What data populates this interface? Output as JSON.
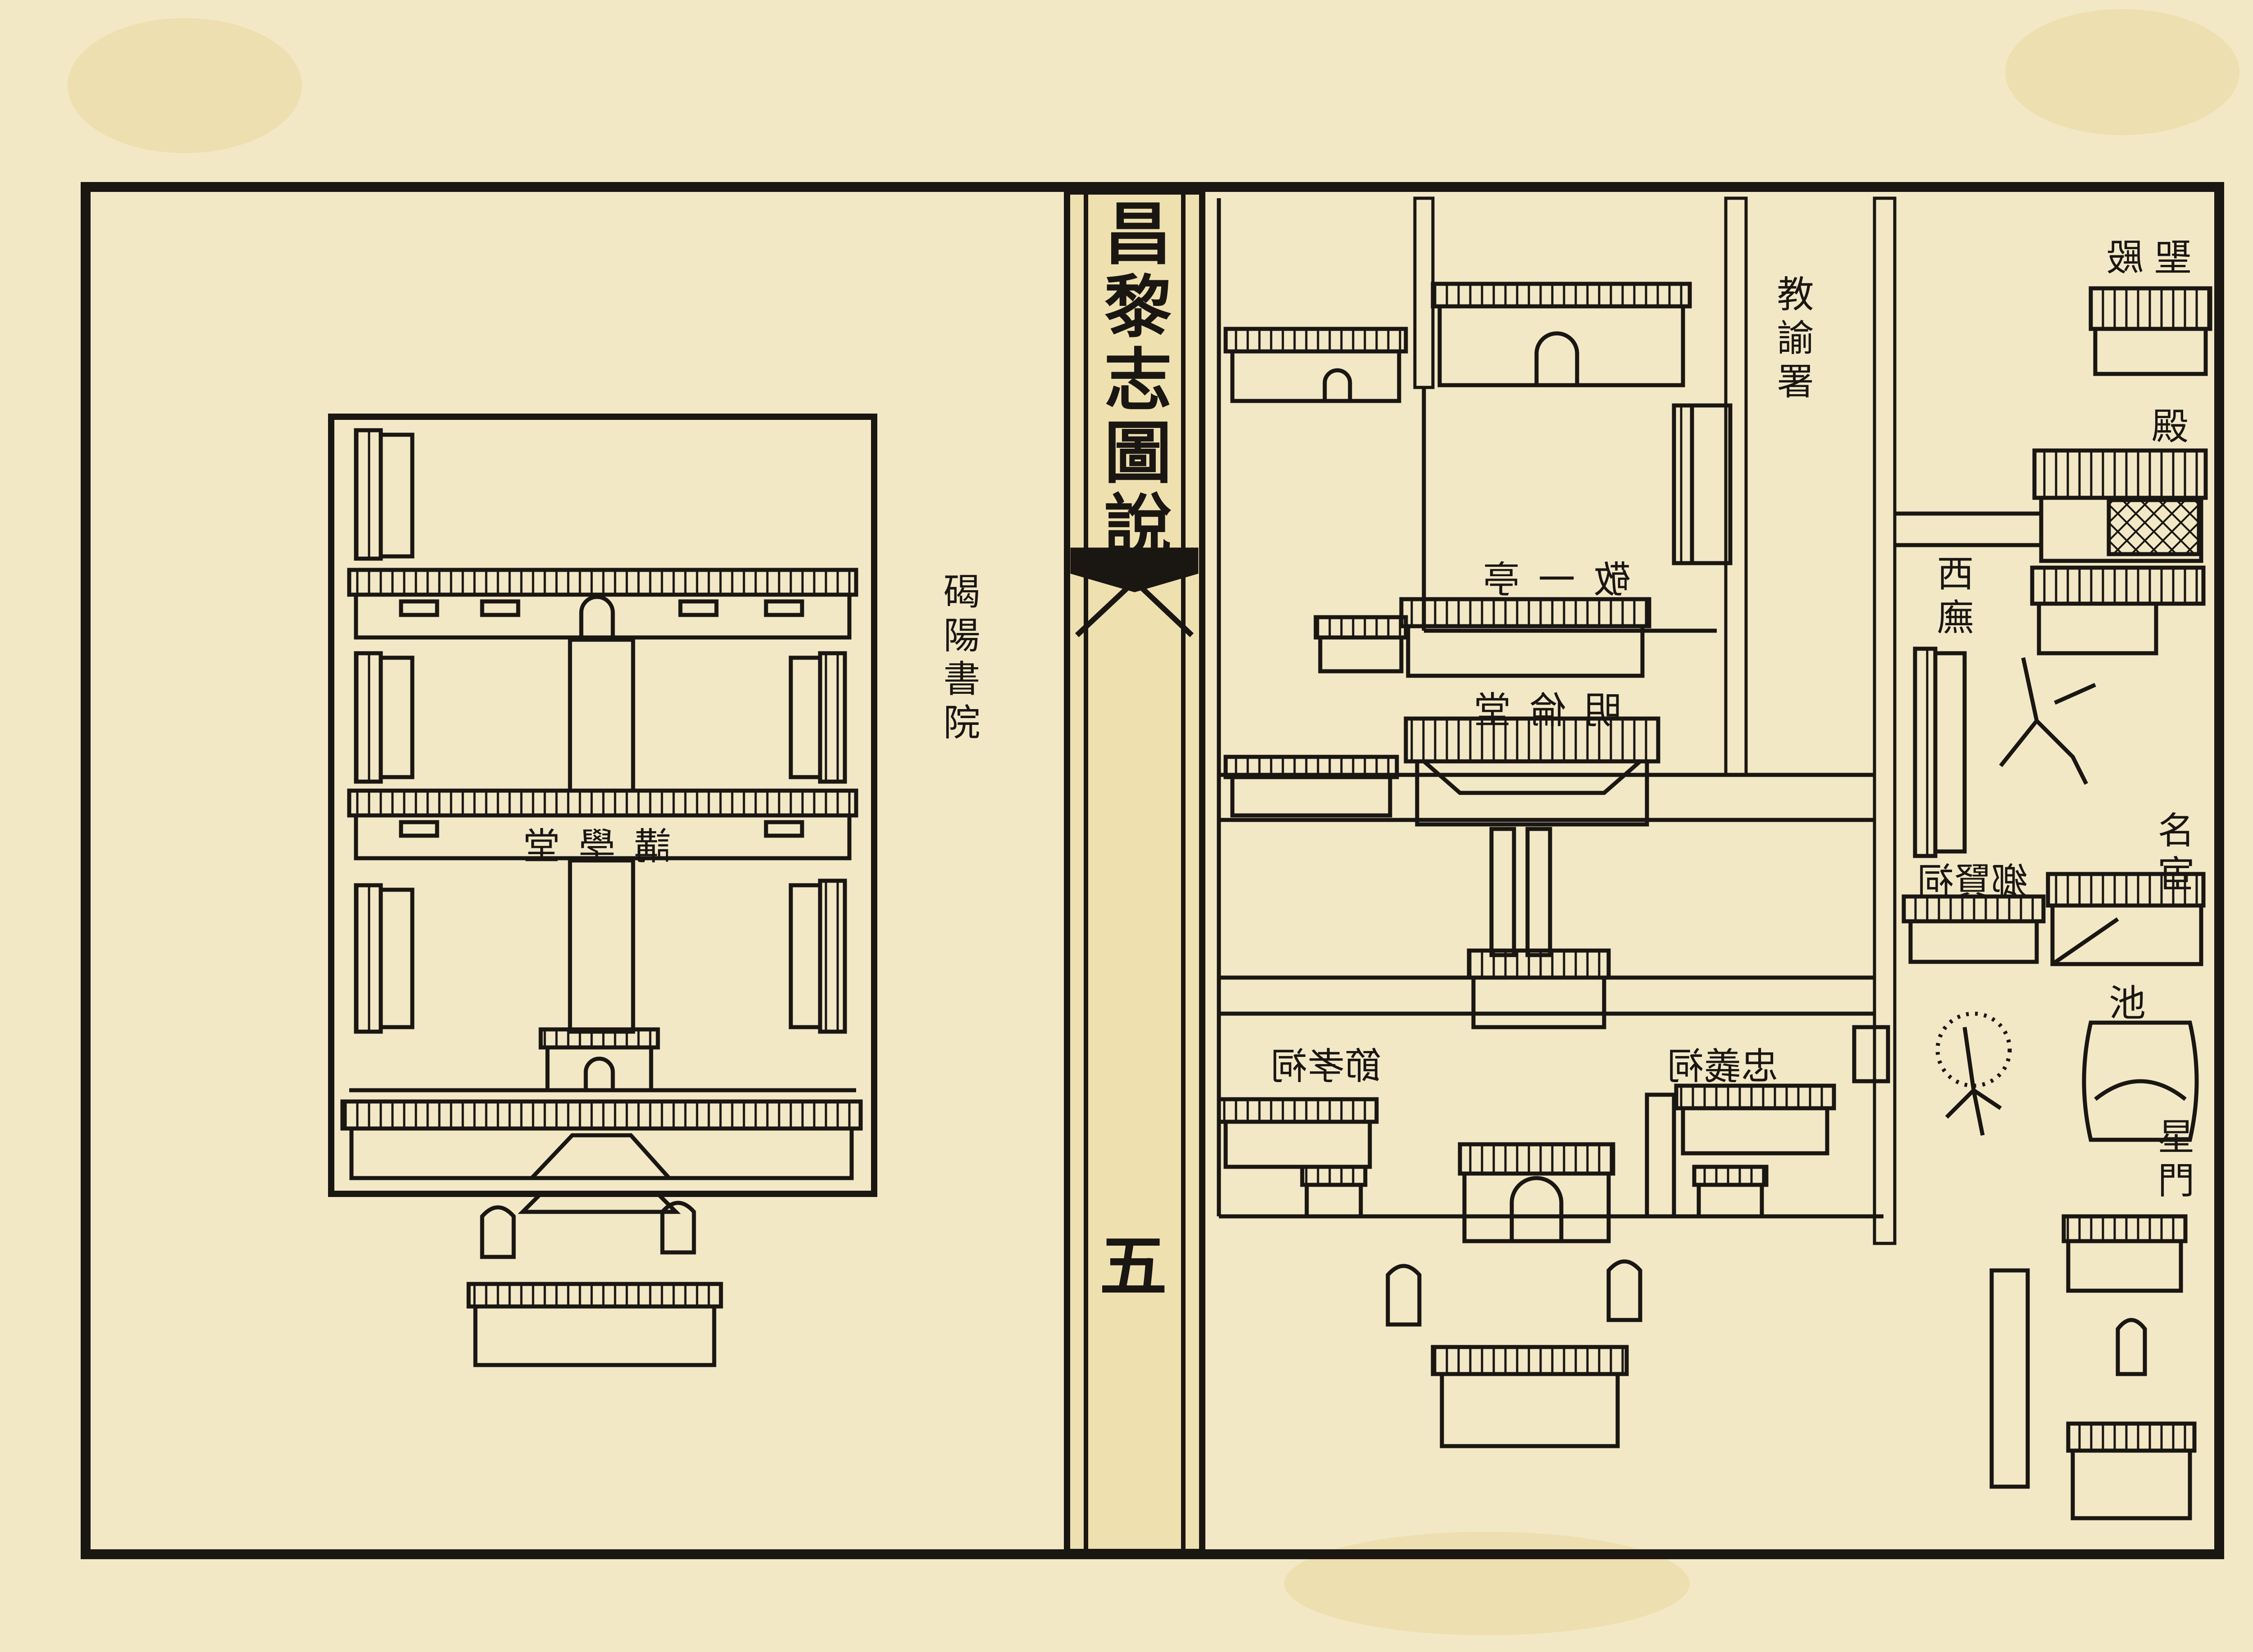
{
  "book": {
    "title": "昌黎志圖說",
    "page_number": "五"
  },
  "left_page": {
    "title_label": "碣陽書院",
    "hall_label": "講學堂"
  },
  "right_page": {
    "labels": {
      "jiaoyu_shu": "教諭署",
      "jingyi_ting": "敬一亭",
      "minglun_tang": "明倫堂",
      "sheng_dian": "聖殿",
      "dian": "殿",
      "xi_wu": "西廡",
      "xiangxian_ci": "鄉賢祠",
      "mingfu": "名宦",
      "chi": "池",
      "xingmen": "星門",
      "jiexiao_ci": "節孝祠",
      "zhongyi_ci": "忠義祠"
    }
  },
  "colors": {
    "paper": "#f3e8c6",
    "ink": "#1a1612",
    "spine_band": "#efe0b0"
  }
}
